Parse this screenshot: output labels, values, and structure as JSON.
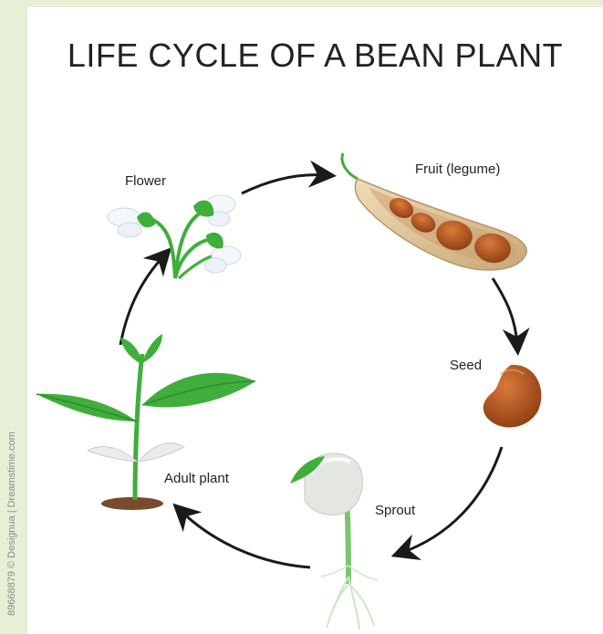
{
  "title": "LIFE CYCLE OF A BEAN PLANT",
  "stages": {
    "flower": "Flower",
    "fruit": "Fruit (legume)",
    "seed": "Seed",
    "sprout": "Sprout",
    "adult": "Adult plant"
  },
  "watermark": "89668879 © Designua | Dreamstime.com",
  "colors": {
    "leaf_green": "#3fae3a",
    "dark_green": "#2e8b2e",
    "pod": "#e2c9a0",
    "bean": "#b3551f",
    "soil": "#7a4a2c",
    "arrow": "#1a1a1a",
    "background": "#e7efd6"
  }
}
